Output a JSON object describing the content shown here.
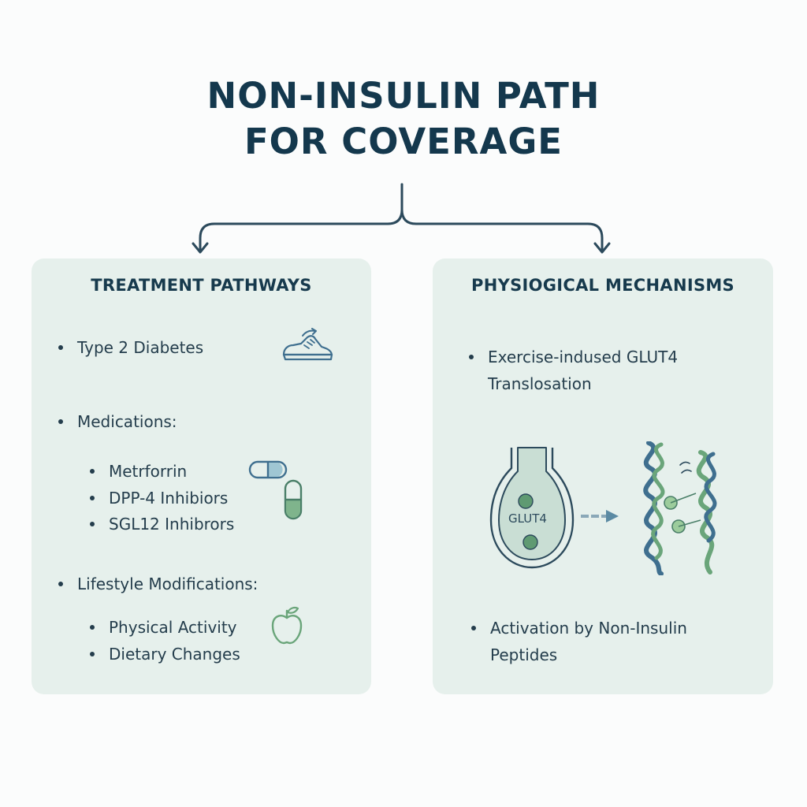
{
  "title": {
    "line1": "NON-INSULIN PATH",
    "line2": "FOR COVERAGE"
  },
  "colors": {
    "title": "#14384d",
    "panel_bg": "#e6f0ec",
    "connector": "#2c4a5c",
    "icon_green": "#6aa57a",
    "icon_blue": "#3f6f8f"
  },
  "left_panel": {
    "heading": "TREATMENT PATHWAYS",
    "items": [
      "Type 2 Diabetes",
      "Medications:",
      "Metrforrin",
      "DPP-4 Inhibiors",
      "SGL12 Inhibrors",
      "Lifestyle Modifications:",
      "Physical Activity",
      "Dietary Changes"
    ],
    "icons": [
      "sneaker-icon",
      "capsule-icon",
      "apple-icon"
    ]
  },
  "right_panel": {
    "heading": "PHYSIOGICAL MECHANISMS",
    "items": [
      "Exercise-indused GLUT4 Translosation",
      "Activation by Non-Insulin Peptides"
    ],
    "diagram": {
      "vesicle_label": "GLUT4",
      "icons": [
        "vesicle-icon",
        "arrow-right-icon",
        "peptide-helix-icon"
      ]
    }
  }
}
